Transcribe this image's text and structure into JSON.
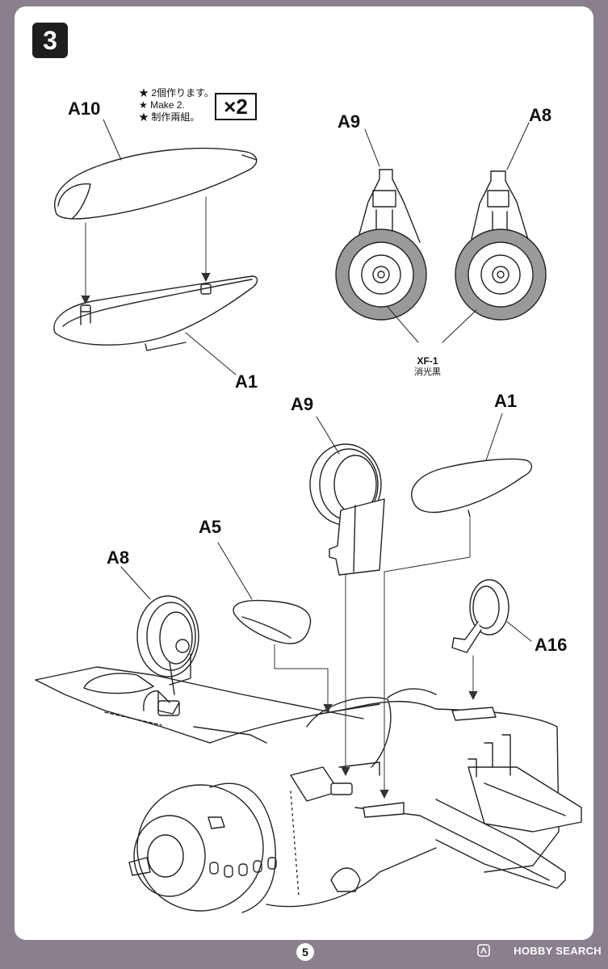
{
  "page": {
    "step_number": "3",
    "page_number": "5"
  },
  "part_labels": {
    "a10": "A10",
    "a1_top": "A1",
    "a9_top": "A9",
    "a8_top": "A8",
    "a9_main": "A9",
    "a1_main": "A1",
    "a5": "A5",
    "a8_main": "A8",
    "a16": "A16"
  },
  "note": {
    "lines": [
      "2個作ります。",
      "Make 2.",
      "制作兩組。"
    ],
    "multiplier": "×2"
  },
  "paint": {
    "code": "XF-1",
    "name": "消光黒"
  },
  "watermark": "HOBBY SEARCH",
  "colors": {
    "background": "#8a7f8c",
    "paper": "#ffffff",
    "tire": "#9a9a9a"
  },
  "icons": {
    "step_badge": "step-badge",
    "watermark_logo": "hobby-search-logo"
  }
}
